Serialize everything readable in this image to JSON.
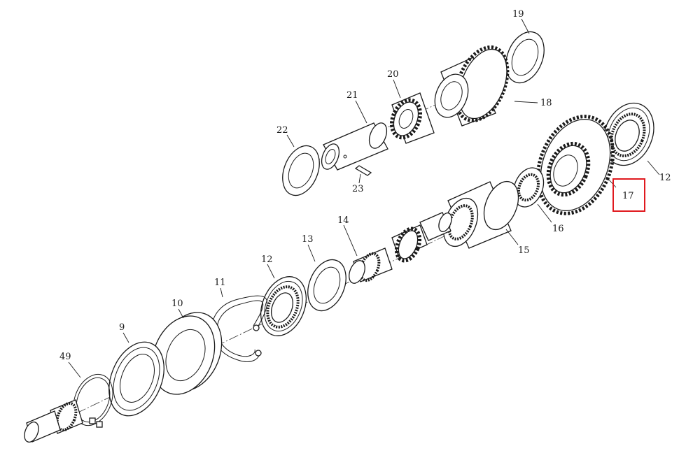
{
  "diagram": {
    "type": "exploded-parts-view",
    "highlight_color": "#e0191e",
    "highlighted_part": "17",
    "parts": [
      {
        "id": "p19",
        "label": "19"
      },
      {
        "id": "p20",
        "label": "20"
      },
      {
        "id": "p21",
        "label": "21"
      },
      {
        "id": "p18",
        "label": "18"
      },
      {
        "id": "p22",
        "label": "22"
      },
      {
        "id": "p23",
        "label": "23"
      },
      {
        "id": "p12a",
        "label": "12"
      },
      {
        "id": "p17",
        "label": "17"
      },
      {
        "id": "p16",
        "label": "16"
      },
      {
        "id": "p15",
        "label": "15"
      },
      {
        "id": "p14",
        "label": "14"
      },
      {
        "id": "p13",
        "label": "13"
      },
      {
        "id": "p12b",
        "label": "12"
      },
      {
        "id": "p11",
        "label": "11"
      },
      {
        "id": "p10",
        "label": "10"
      },
      {
        "id": "p9",
        "label": "9"
      },
      {
        "id": "p49",
        "label": "49"
      }
    ]
  }
}
